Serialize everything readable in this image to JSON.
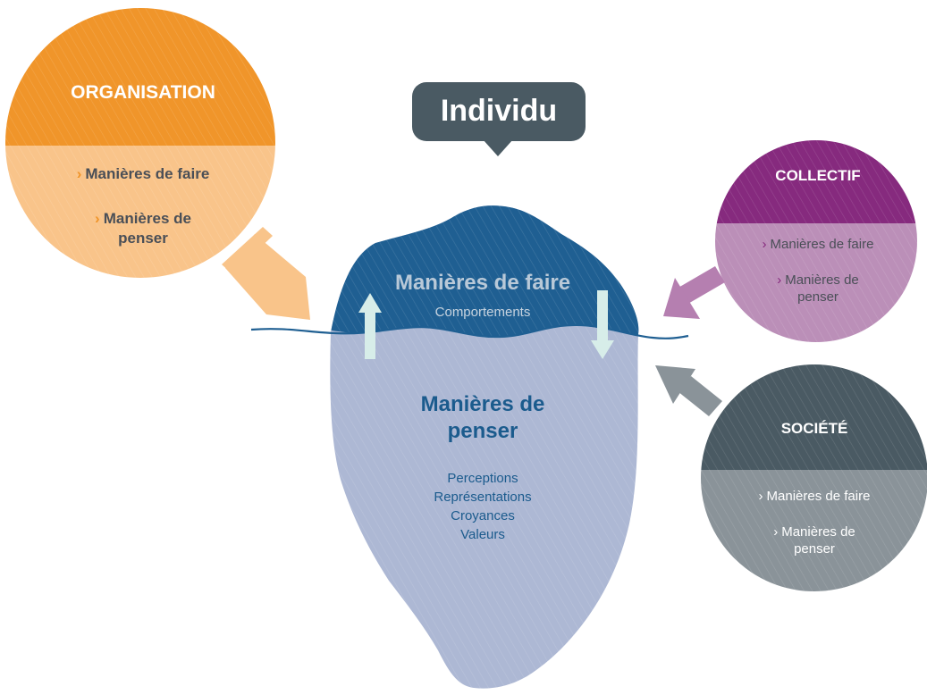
{
  "header": {
    "title": "Individu"
  },
  "iceberg": {
    "tip_title": "Manières de faire",
    "tip_subtitle": "Comportements",
    "base_title_line1": "Manières de",
    "base_title_line2": "penser",
    "base_items": [
      "Perceptions",
      "Représentations",
      "Croyances",
      "Valeurs"
    ]
  },
  "circles": {
    "organisation": {
      "title": "ORGANISATION",
      "item1": "Manières de faire",
      "item2_line1": "Manières de",
      "item2_line2": "penser",
      "chevron": "›"
    },
    "collectif": {
      "title": "COLLECTIF",
      "item1": "Manières de faire",
      "item2_line1": "Manières de",
      "item2_line2": "penser",
      "chevron": "›"
    },
    "societe": {
      "title": "SOCIÉTÉ",
      "item1": "Manières de faire",
      "item2_line1": "Manières de",
      "item2_line2": "penser",
      "chevron": "›"
    }
  },
  "colors": {
    "slate": "#4a5a63",
    "orange_dark": "#f0952a",
    "orange_light": "#f9c48a",
    "purple_dark": "#862a7e",
    "purple_light": "#bb8fb8",
    "gray_dark": "#4a5a63",
    "gray_light": "#8a9399",
    "ice_top": "#1f5f92",
    "ice_bottom": "#adb8d4",
    "ice_text": "#1b5b8d",
    "arrow_light": "#d7ede9"
  }
}
